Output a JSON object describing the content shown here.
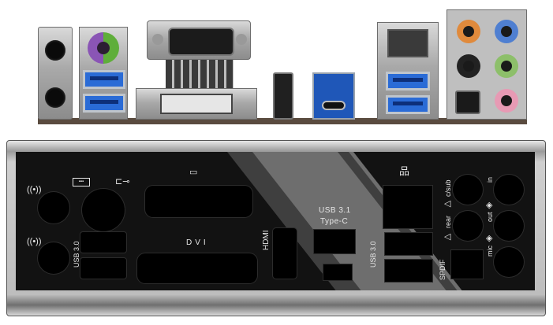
{
  "shield": {
    "usb30_left": "USB 3.0",
    "dvi": "DVI",
    "hdmi": "HDMI",
    "usb31_line1": "USB 3.1",
    "usb31_line2": "Type-C",
    "usb30_right": "USB 3.0",
    "spdif": "SPDIF",
    "csub": "c/sub",
    "rear": "rear",
    "in": "in",
    "out": "out",
    "mic": "mic"
  },
  "icons": {
    "wifi1": "wifi-antenna-icon",
    "wifi2": "wifi-antenna-icon",
    "keyboard": "keyboard-icon",
    "mouse": "mouse-icon",
    "monitor": "monitor-icon",
    "network": "network-icon",
    "speaker": "speaker-icon",
    "headphone": "headphone-icon"
  },
  "colors": {
    "usb3_blue": "#2a6bd6",
    "ps2_purple": "#8a55b5",
    "ps2_green": "#5fae3a",
    "audio_orange": "#e08a3c",
    "audio_blue": "#4f7fd1",
    "audio_green": "#8dbf6a",
    "audio_pink": "#e79ab4",
    "audio_black": "#222222"
  }
}
